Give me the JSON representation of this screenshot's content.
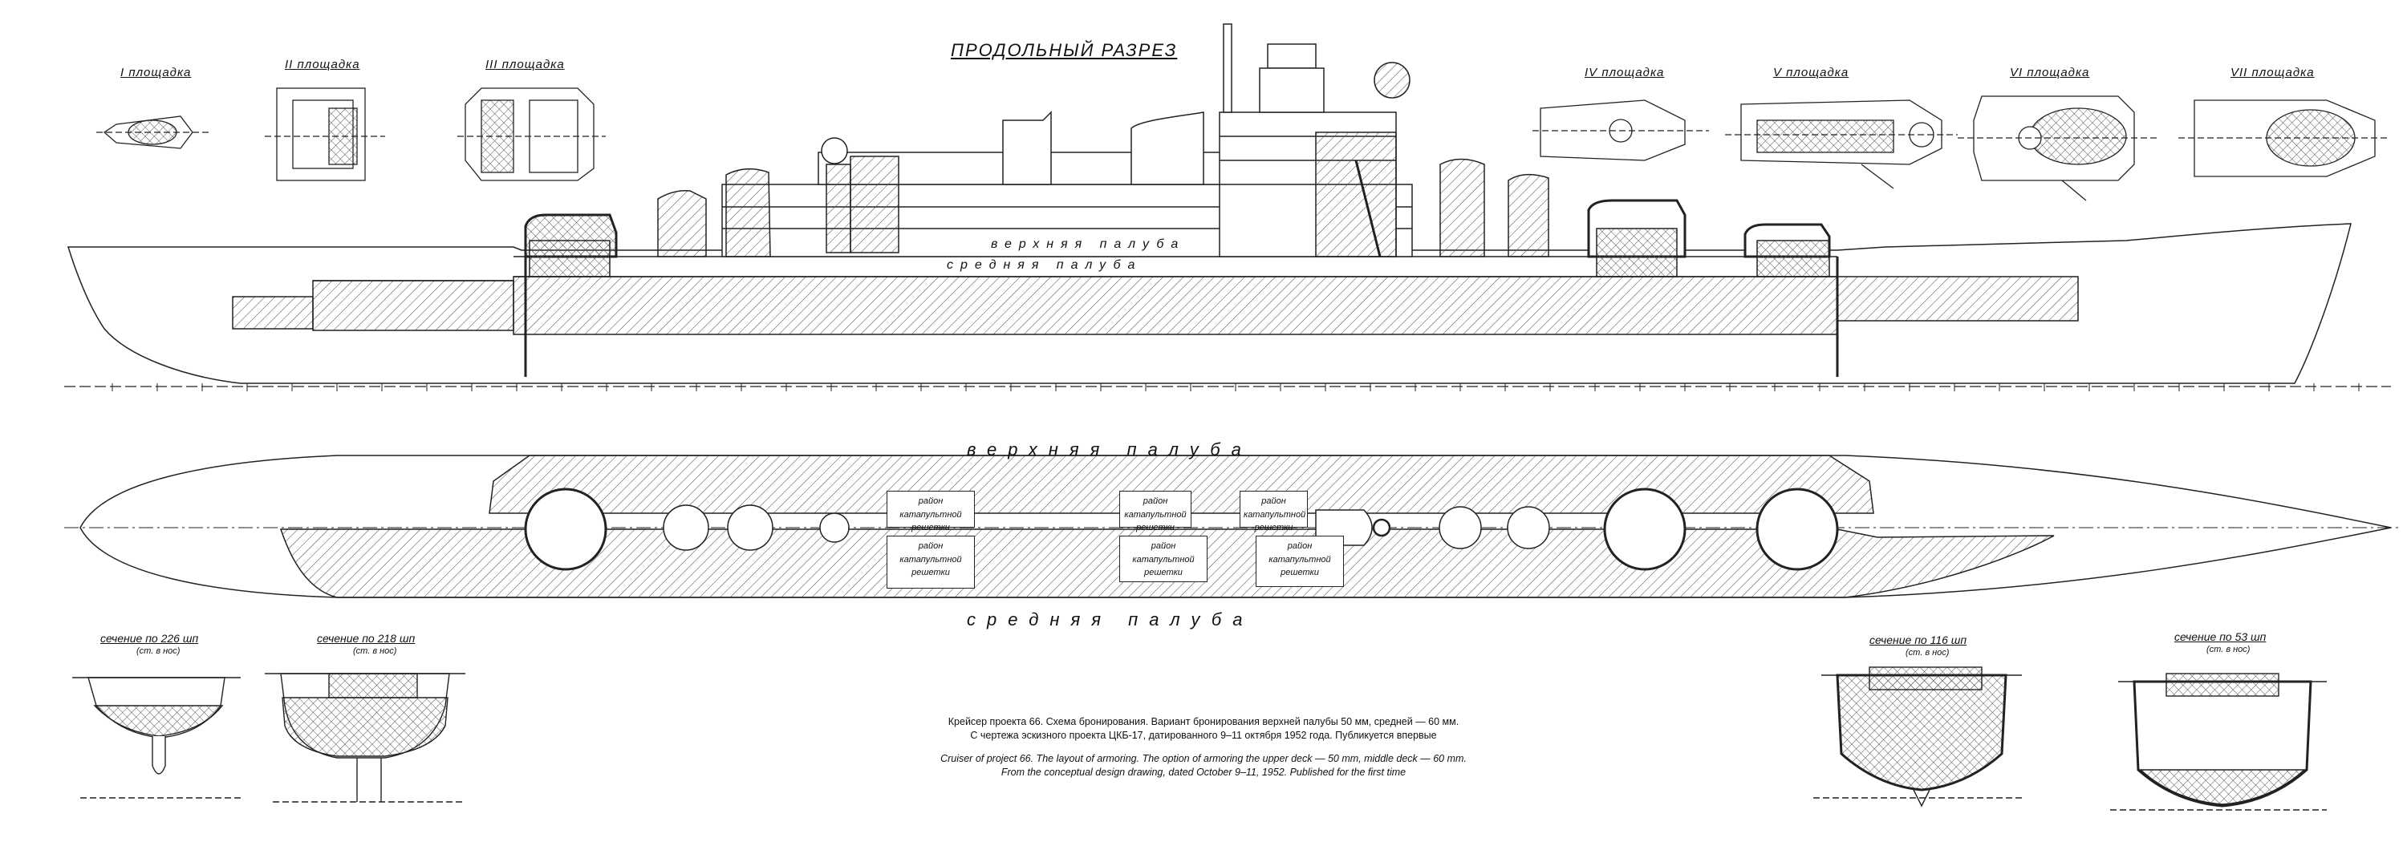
{
  "title": "ПРОДОЛЬНЫЙ РАЗРЕЗ",
  "platforms": [
    "I площадка",
    "II площадка",
    "III площадка",
    "IV площадка",
    "V площадка",
    "VI площадка",
    "VII площадка"
  ],
  "deck_labels": {
    "upper_profile": "верхняя палуба",
    "middle_profile": "средняя палуба",
    "plan_top": "верхняя палуба",
    "plan_bottom": "средняя палуба"
  },
  "zone_labels": [
    "район катапультной решетки",
    "район катапультной решетки",
    "район катапультной решетки",
    "район катапультной решетки",
    "район катапультной решетки",
    "район катапультной решетки"
  ],
  "sections": [
    {
      "title": "сечение по 226 шп",
      "sub": "(ст. в нос)"
    },
    {
      "title": "сечение по 218 шп",
      "sub": "(ст. в нос)"
    },
    {
      "title": "сечение по 116 шп",
      "sub": "(ст. в нос)"
    },
    {
      "title": "сечение по 53 шп",
      "sub": "(ст. в нос)"
    }
  ],
  "caption": {
    "ru_line1": "Крейсер проекта 66. Схема бронирования. Вариант бронирования верхней палубы 50 мм, средней — 60 мм.",
    "ru_line2": "С чертежа эскизного проекта ЦКБ-17, датированного 9–11 октября 1952 года. Публикуется впервые",
    "en_line1": "Cruiser of project 66. The layout of armoring. The option of armoring the upper deck — 50 mm, middle deck — 60 mm.",
    "en_line2": "From the conceptual design drawing, dated October 9–11, 1952. Published for the first time"
  }
}
